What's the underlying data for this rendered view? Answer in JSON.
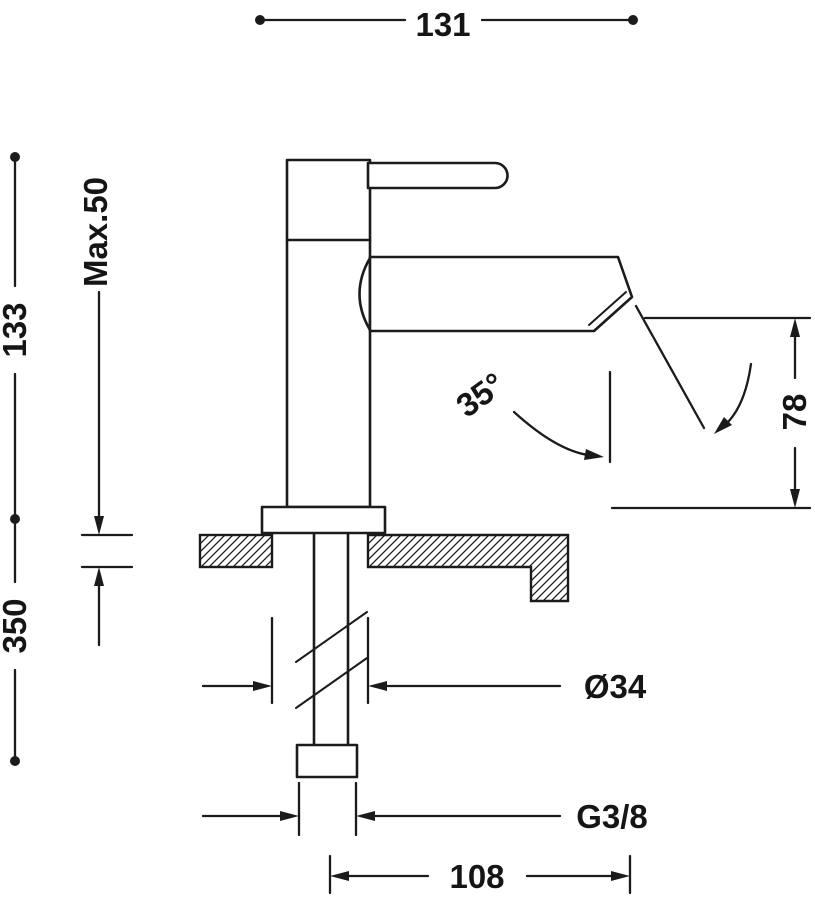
{
  "drawing": {
    "subject": "Single-lever basin mixer tap - side elevation installation drawing",
    "units": "mm",
    "colors": {
      "line": "#1b1b1b",
      "background": "#ffffff",
      "nut_fill": "#a9a9a9"
    },
    "dimensions": {
      "overall_width": "131",
      "height_above_counter": "133",
      "max_counter_thickness": "Max.50",
      "below_counter_length": "350",
      "spout_outlet_height": "78",
      "spout_angle": "35°",
      "hole_diameter": "Ø34",
      "inlet_thread": "G3/8",
      "spout_reach": "108"
    }
  }
}
